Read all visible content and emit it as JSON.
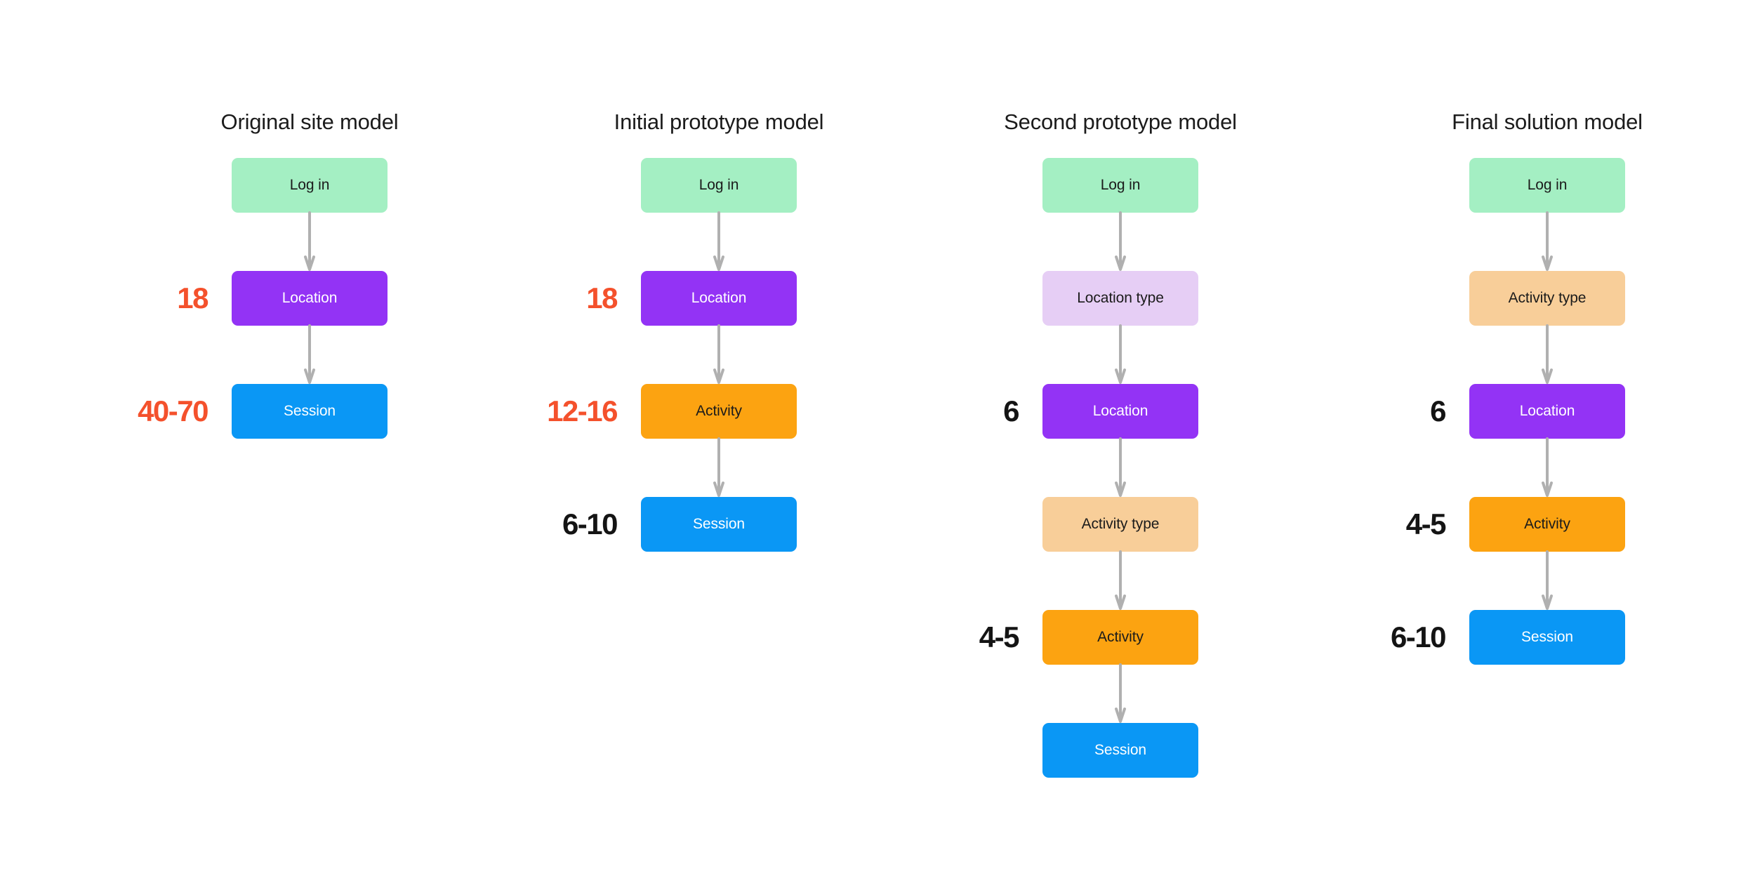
{
  "palette": {
    "background": "#ffffff",
    "login_green": "#A4EFC3",
    "location_purple": "#9333F5",
    "location_type_light_purple": "#E6CEF5",
    "activity_orange": "#FCA311",
    "activity_type_peach": "#F8CE99",
    "session_blue": "#0A97F5",
    "badge_red": "#F4512C",
    "badge_black": "#141414",
    "arrow_gray": "#B0B0B0",
    "title_text": "#1B1B1B"
  },
  "diagram": {
    "type": "flowchart-comparison",
    "columns": [
      {
        "title": "Original site model",
        "nodes": [
          {
            "label": "Log in",
            "style": "login_green",
            "text_color": "#1b1b1b",
            "badge": ""
          },
          {
            "label": "Location",
            "style": "location_purple",
            "text_color": "#ffffff",
            "badge": "18",
            "badge_color": "red"
          },
          {
            "label": "Session",
            "style": "session_blue",
            "text_color": "#ffffff",
            "badge": "40-70",
            "badge_color": "red"
          }
        ]
      },
      {
        "title": "Initial prototype model",
        "nodes": [
          {
            "label": "Log in",
            "style": "login_green",
            "text_color": "#1b1b1b",
            "badge": ""
          },
          {
            "label": "Location",
            "style": "location_purple",
            "text_color": "#ffffff",
            "badge": "18",
            "badge_color": "red"
          },
          {
            "label": "Activity",
            "style": "activity_orange",
            "text_color": "#1b1b1b",
            "badge": "12-16",
            "badge_color": "red"
          },
          {
            "label": "Session",
            "style": "session_blue",
            "text_color": "#ffffff",
            "badge": "6-10",
            "badge_color": "black"
          }
        ]
      },
      {
        "title": "Second prototype model",
        "nodes": [
          {
            "label": "Log in",
            "style": "login_green",
            "text_color": "#1b1b1b",
            "badge": ""
          },
          {
            "label": "Location type",
            "style": "location_type_light_purple",
            "text_color": "#1b1b1b",
            "badge": ""
          },
          {
            "label": "Location",
            "style": "location_purple",
            "text_color": "#ffffff",
            "badge": "6",
            "badge_color": "black"
          },
          {
            "label": "Activity type",
            "style": "activity_type_peach",
            "text_color": "#1b1b1b",
            "badge": ""
          },
          {
            "label": "Activity",
            "style": "activity_orange",
            "text_color": "#1b1b1b",
            "badge": "4-5",
            "badge_color": "black"
          },
          {
            "label": "Session",
            "style": "session_blue",
            "text_color": "#ffffff",
            "badge": ""
          }
        ]
      },
      {
        "title": "Final solution model",
        "nodes": [
          {
            "label": "Log in",
            "style": "login_green",
            "text_color": "#1b1b1b",
            "badge": ""
          },
          {
            "label": "Activity type",
            "style": "activity_type_peach",
            "text_color": "#1b1b1b",
            "badge": ""
          },
          {
            "label": "Location",
            "style": "location_purple",
            "text_color": "#ffffff",
            "badge": "6",
            "badge_color": "black"
          },
          {
            "label": "Activity",
            "style": "activity_orange",
            "text_color": "#1b1b1b",
            "badge": "4-5",
            "badge_color": "black"
          },
          {
            "label": "Session",
            "style": "session_blue",
            "text_color": "#ffffff",
            "badge": "6-10",
            "badge_color": "black"
          }
        ]
      }
    ]
  }
}
